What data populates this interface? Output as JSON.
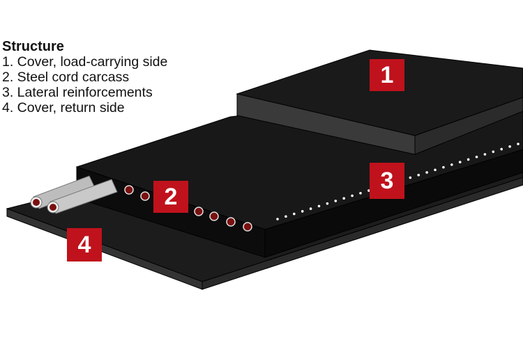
{
  "legend": {
    "title": "Structure",
    "items": [
      "1. Cover, load-carrying side",
      "2. Steel cord carcass",
      "3. Lateral reinforcements",
      "4. Cover, return side"
    ]
  },
  "labels": [
    "1",
    "2",
    "3",
    "4"
  ],
  "colors": {
    "label_red": "#c0121c",
    "rubber": "#1a1a1a"
  }
}
